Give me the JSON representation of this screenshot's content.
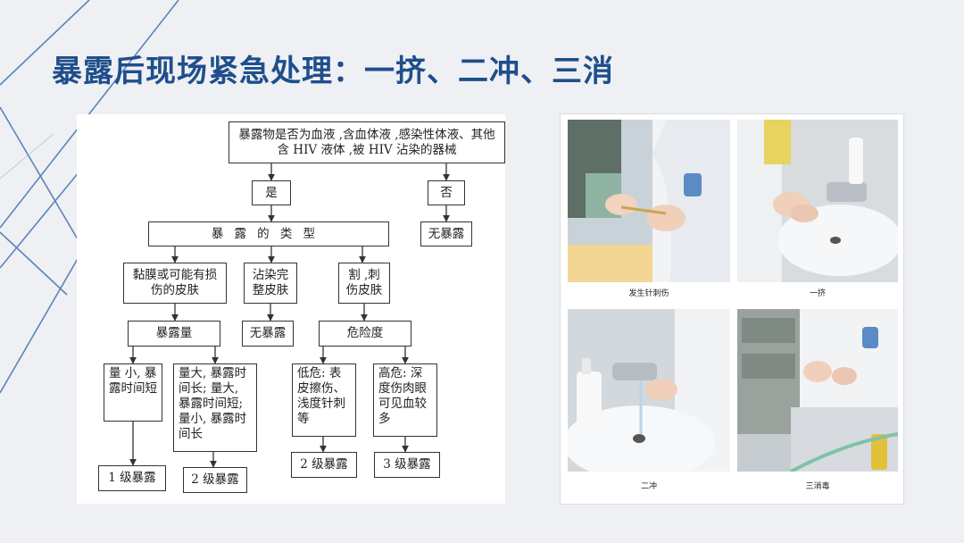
{
  "title": "暴露后现场紧急处理：一挤、二冲、三消",
  "flowchart": {
    "top": "暴露物是否为血液 ,含血体液 ,感染性体液、其他含 HIV 液体 ,被 HIV 沾染的器械",
    "yes": "是",
    "no": "否",
    "no_exposure_right": "无暴露",
    "exposure_type": "暴露的类型",
    "types": [
      "黏膜或可能有损伤的皮肤",
      "沾染完整皮肤",
      "割 ,刺伤皮肤"
    ],
    "exposure_amount": "暴露量",
    "no_exposure_mid": "无暴露",
    "risk_level": "危险度",
    "small": "量 小, 暴露时间短",
    "large": "量大, 暴露时间长; 量大, 暴露时间短; 量小, 暴露时间长",
    "low": "低危: 表皮擦伤、浅度针刺等",
    "high": "高危: 深度伤肉眼可见血较多",
    "level1": "1 级暴露",
    "level2a": "2 级暴露",
    "level2b": "2 级暴露",
    "level3": "3 级暴露"
  },
  "photos": {
    "captions": [
      "发生针刺伤",
      "一挤",
      "二冲",
      "三消毒"
    ]
  },
  "colors": {
    "title": "#1f4e8c",
    "decor_lines": "#2d5fa6"
  }
}
